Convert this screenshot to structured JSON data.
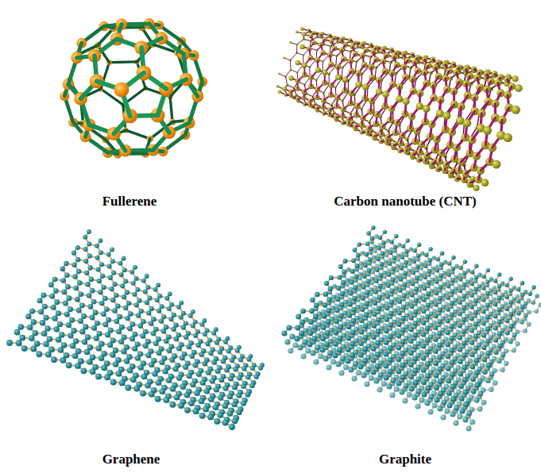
{
  "diagram": {
    "labels": [
      "Fullerene",
      "Carbon nanotube (CNT)",
      "Graphene",
      "Graphite"
    ]
  }
}
